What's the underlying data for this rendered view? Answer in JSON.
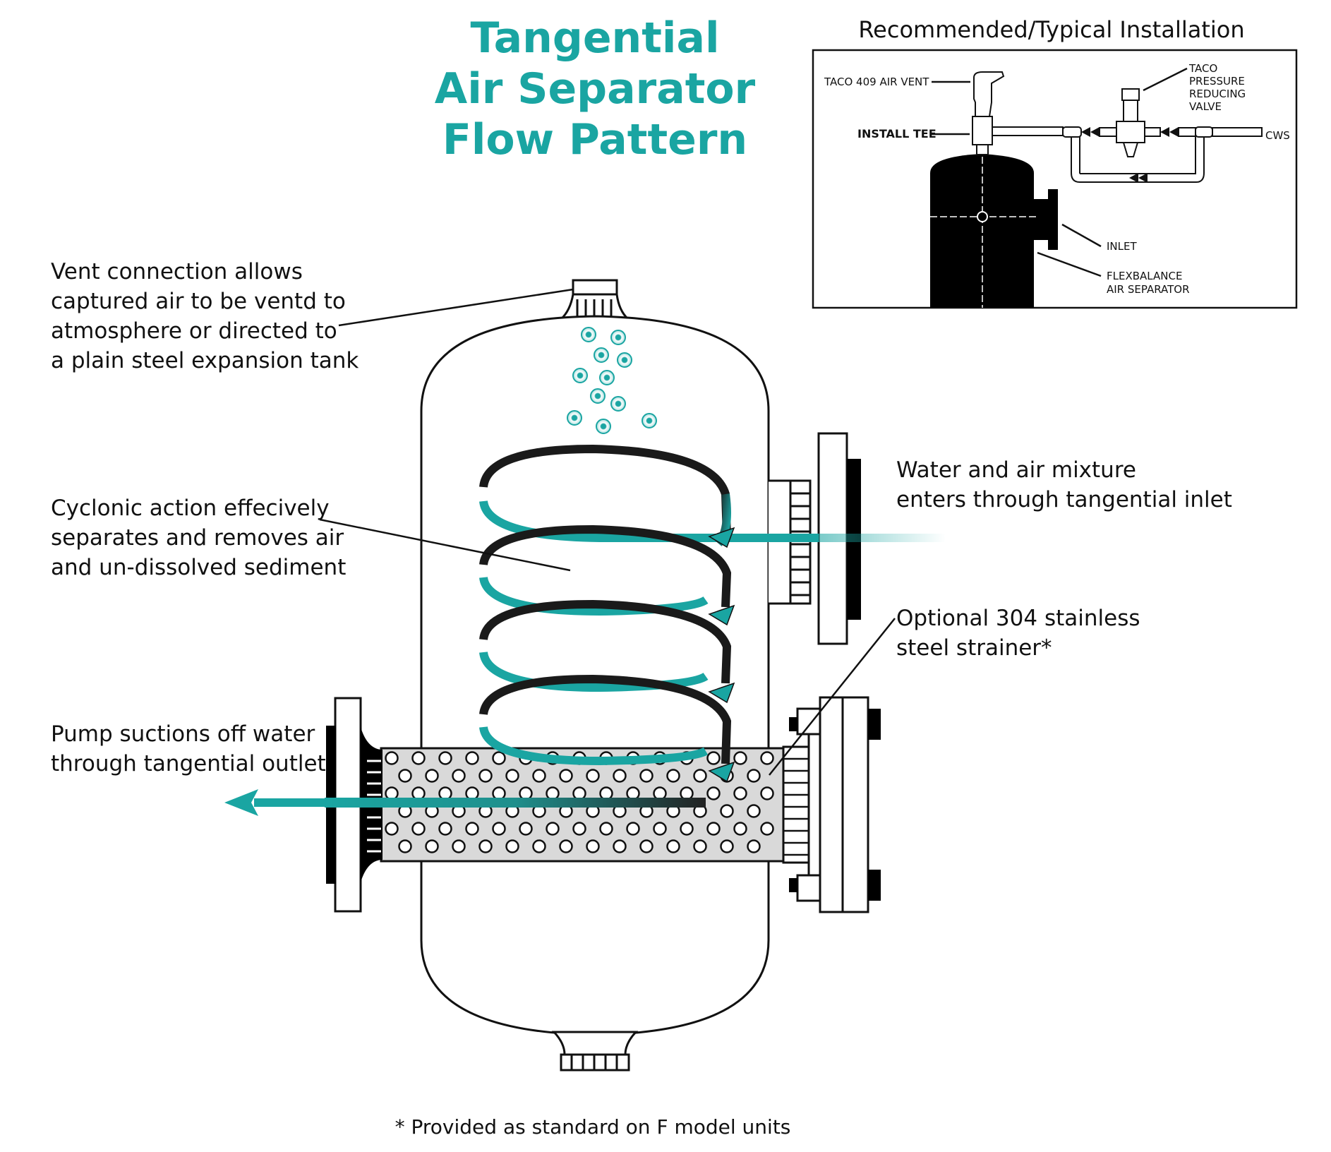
{
  "title": {
    "lines": [
      "Tangential",
      "Air Separator",
      "Flow Pattern"
    ],
    "color": "#1aa5a2"
  },
  "callouts": {
    "vent": [
      "Vent connection allows",
      "captured air to be ventd to",
      "atmosphere or directed to",
      "a plain steel expansion tank"
    ],
    "cyclonic": [
      "Cyclonic action effecively",
      "separates and removes air",
      "and un-dissolved sediment"
    ],
    "inlet": [
      "Water and air mixture",
      "enters through tangential inlet"
    ],
    "strainer": [
      "Optional 304 stainless",
      "steel  strainer*"
    ],
    "pump": [
      "Pump suctions off water",
      "through tangential outlet"
    ]
  },
  "inset": {
    "title": "Recommended/Typical Installation",
    "labels": {
      "air_vent": "TACO 409 AIR VENT",
      "install_tee": "INSTALL TEE",
      "prv": [
        "TACO",
        "PRESSURE",
        "REDUCING",
        "VALVE"
      ],
      "cws": "CWS",
      "inlet": "INLET",
      "separator": [
        "FLEXBALANCE",
        "AIR SEPARATOR"
      ]
    }
  },
  "footnote": "* Provided as standard on F model units",
  "colors": {
    "teal": "#1aa5a2",
    "dark": "#111111",
    "strainer_fill": "#d9d9d9"
  }
}
